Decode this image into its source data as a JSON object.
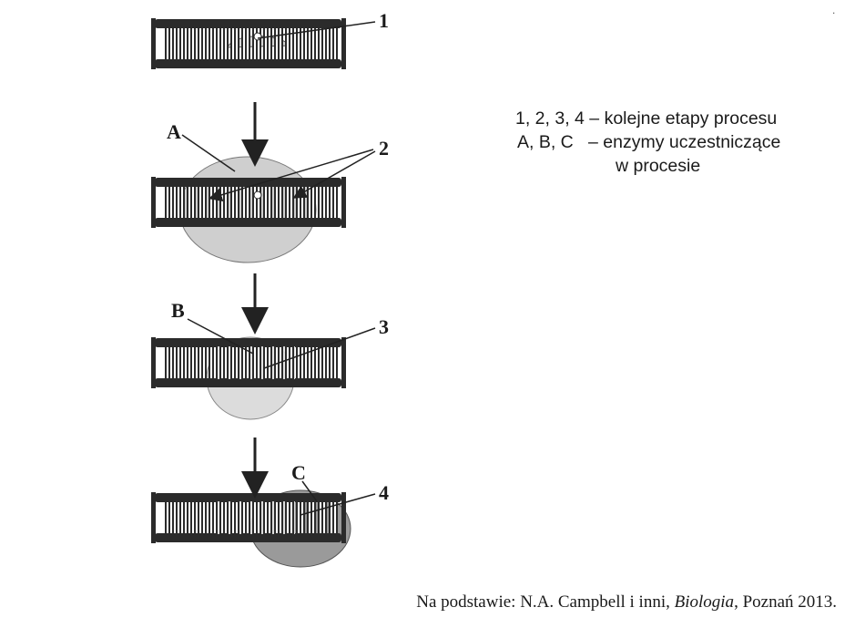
{
  "labels": {
    "step1": "1",
    "step2": "2",
    "step3": "3",
    "step4": "4",
    "enzymeA": "A",
    "enzymeB": "B",
    "enzymeC": "C"
  },
  "legend": {
    "line1": "1, 2, 3, 4 – kolejne etapy procesu",
    "line2": "A, B, C   – enzymy uczestniczące",
    "line3": "w procesie"
  },
  "source": {
    "prefix": "Na podstawie: N.A. Campbell i inni, ",
    "title": "Biologia",
    "suffix": ", Poznań 2013."
  },
  "corner_mark": ".",
  "colors": {
    "dna_strand": "#2b2b2b",
    "enzyme_a": "#cfcfcf",
    "enzyme_b": "#dcdcdc",
    "enzyme_c": "#9a9a9a",
    "new_segment": "#e4e4e4"
  }
}
